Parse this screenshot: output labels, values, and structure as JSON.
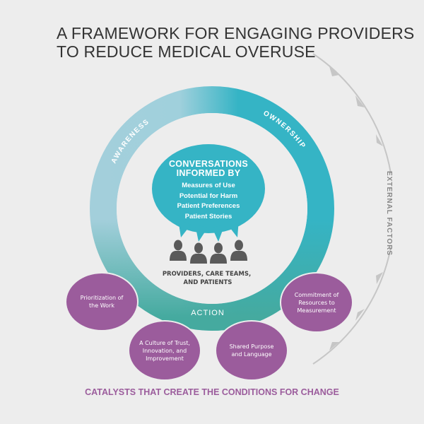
{
  "title": [
    "A FRAMEWORK FOR ENGAGING PROVIDERS",
    "TO REDUCE MEDICAL OVERUSE"
  ],
  "ring_labels": {
    "awareness": "AWARENESS",
    "ownership": "OWNERSHIP",
    "action": "ACTION"
  },
  "bubble": {
    "heading": [
      "CONVERSATIONS",
      "INFORMED BY"
    ],
    "items": [
      "Measures of Use",
      "Potential for Harm",
      "Patient Preferences",
      "Patient Stories"
    ]
  },
  "people_label": [
    "PROVIDERS, CARE TEAMS,",
    "AND PATIENTS"
  ],
  "external_label": "EXTERNAL FACTORS",
  "catalysts": [
    "Prioritization of the Work",
    "A Culture of Trust, Innovation, and Improvement",
    "Shared Purpose and Language",
    "Commitment of Resources to Measurement"
  ],
  "footer": "CATALYSTS THAT CREATE THE CONDITIONS FOR CHANGE",
  "colors": {
    "teal": "#35b4c5",
    "light_blue": "#a3cfdb",
    "green_teal": "#45aa9f",
    "purple": "#9b5c9c",
    "text": "#333333"
  }
}
